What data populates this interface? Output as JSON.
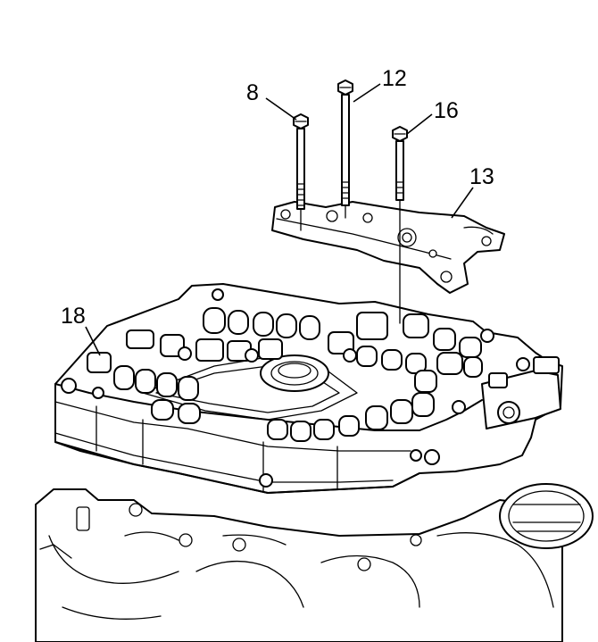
{
  "callouts": {
    "bolt_8": "8",
    "bolt_12": "12",
    "bolt_16": "16",
    "bracket_13": "13",
    "valve_body_18": "18"
  },
  "colors": {
    "line": "#000000",
    "background": "#ffffff"
  }
}
